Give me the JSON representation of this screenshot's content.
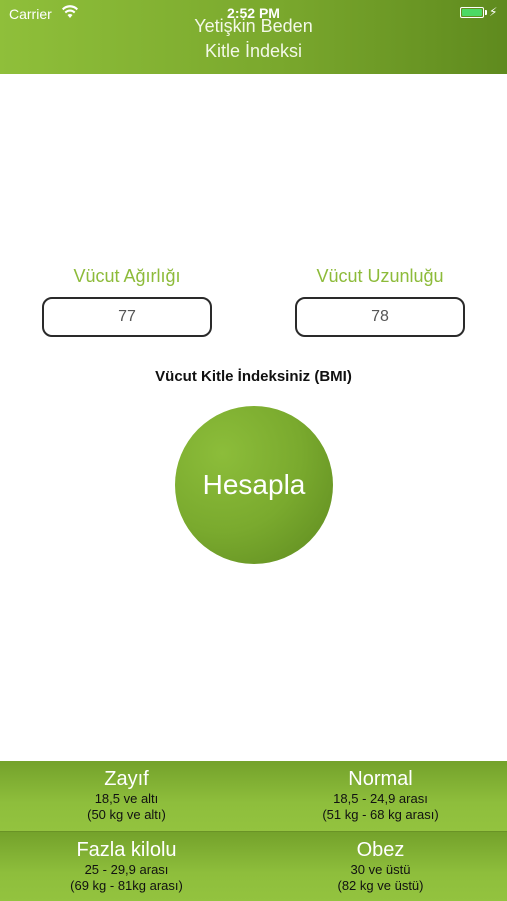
{
  "status_bar": {
    "carrier": "Carrier",
    "time": "2:52 PM",
    "battery_level_percent": 100,
    "battery_color": "#4cd964"
  },
  "header": {
    "title_line1": "Yetişkin Beden",
    "title_line2": "Kitle İndeksi"
  },
  "form": {
    "weight_label": "Vücut Ağırlığı",
    "weight_value": "77",
    "height_label": "Vücut Uzunluğu",
    "height_value": "78"
  },
  "result": {
    "title": "Vücut Kitle İndeksiniz (BMI)"
  },
  "calculate_button": {
    "label": "Hesapla"
  },
  "legend": [
    {
      "title": "Zayıf",
      "range": "18,5 ve altı",
      "weight": "(50 kg ve altı)"
    },
    {
      "title": "Normal",
      "range": "18,5 - 24,9 arası",
      "weight": "(51 kg - 68 kg arası)"
    },
    {
      "title": "Fazla kilolu",
      "range": "25 - 29,9 arası",
      "weight": "(69 kg - 81kg arası)"
    },
    {
      "title": "Obez",
      "range": "30 ve üstü",
      "weight": "(82 kg ve üstü)"
    }
  ],
  "colors": {
    "accent_green": "#8dbb3a",
    "dark_green": "#5f8a1e"
  }
}
